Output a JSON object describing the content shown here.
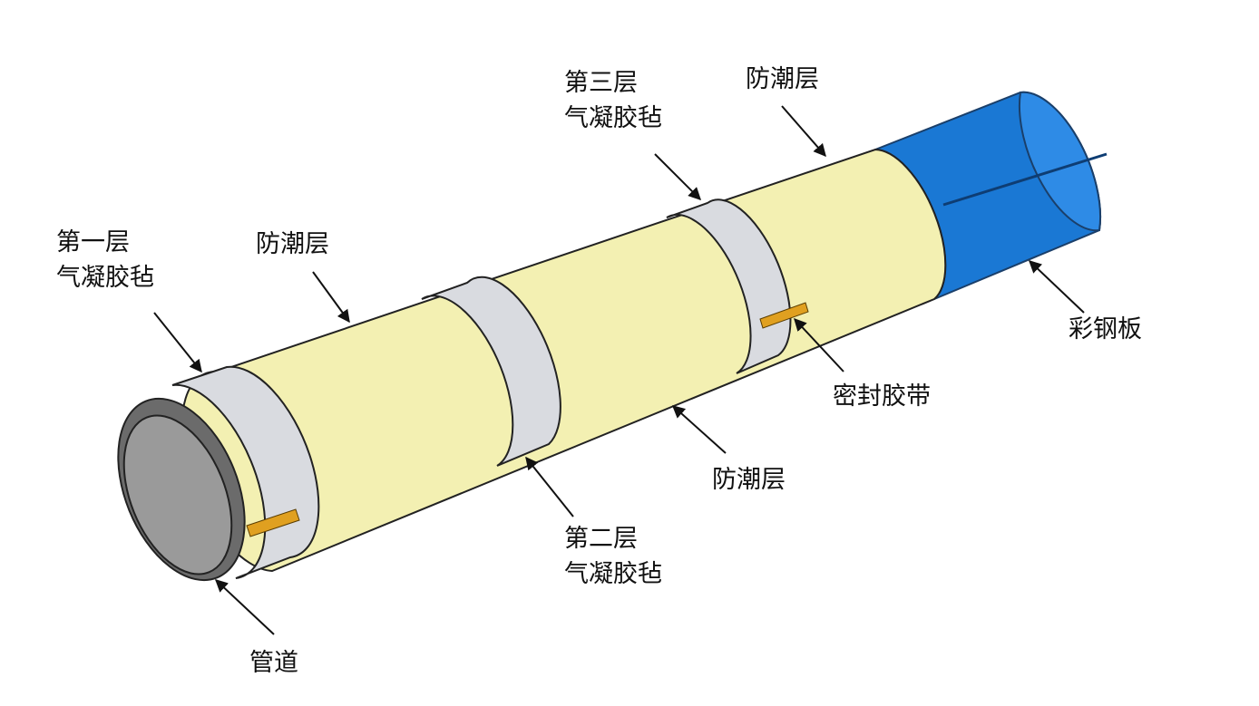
{
  "labels": {
    "layer1_line1": "第一层",
    "layer1_line2": "气凝胶毡",
    "moisture_left": "防潮层",
    "layer3_line1": "第三层",
    "layer3_line2": "气凝胶毡",
    "moisture_top": "防潮层",
    "steel_plate": "彩钢板",
    "seal_tape": "密封胶带",
    "moisture_bottom": "防潮层",
    "layer2_line1": "第二层",
    "layer2_line2": "气凝胶毡",
    "pipe": "管道"
  },
  "colors": {
    "moisture_layer": "#f3f0b2",
    "aerogel_felt": "#d9dbe0",
    "steel_plate": "#1a78d4",
    "pipe": "#6b6b6b",
    "seal_tape": "#e0a020",
    "outline": "#222222"
  }
}
